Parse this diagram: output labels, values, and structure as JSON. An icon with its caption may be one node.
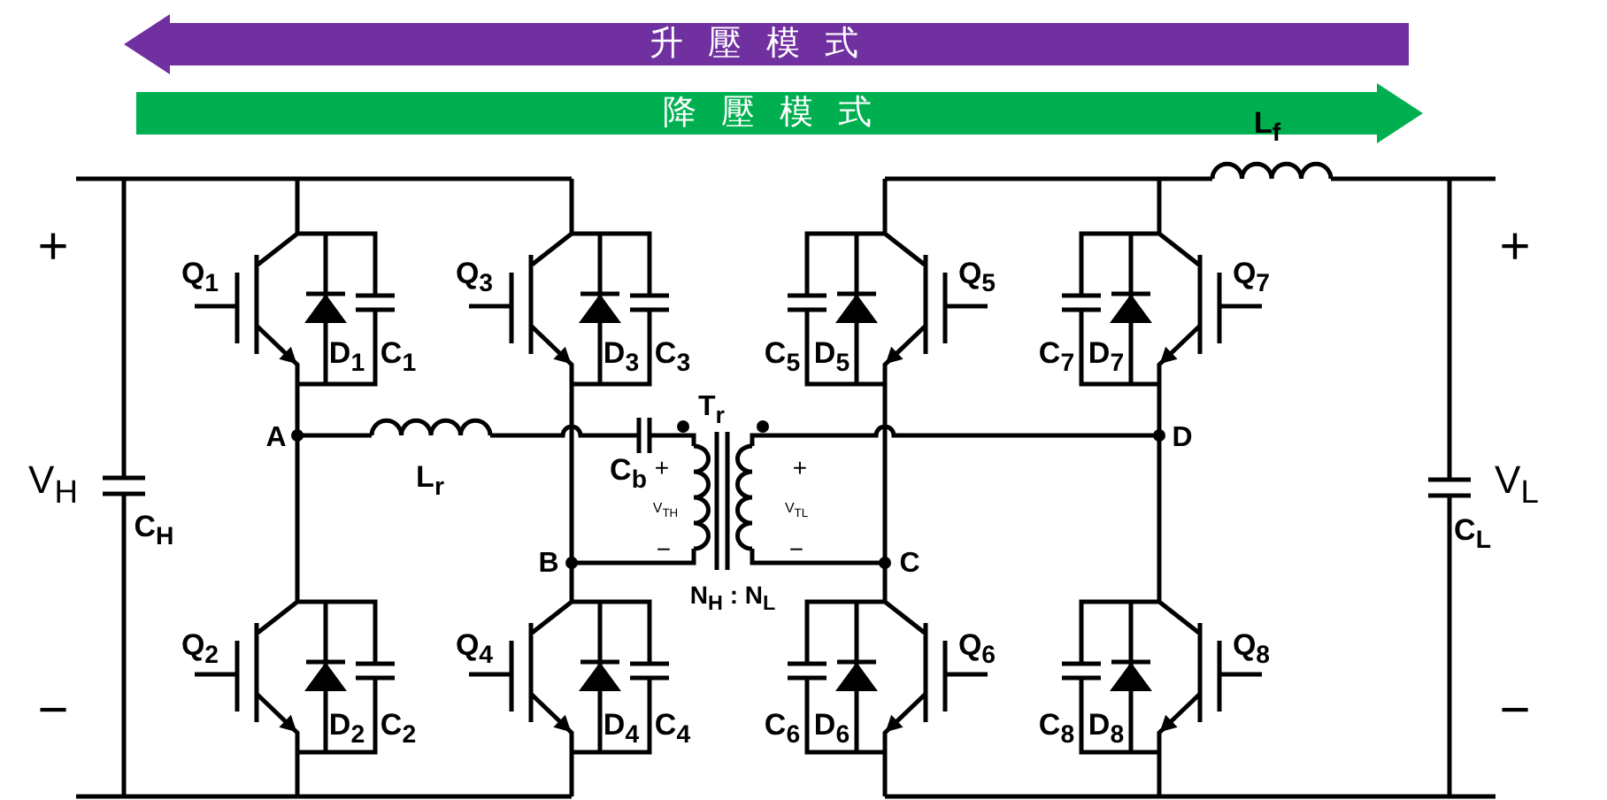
{
  "diagram": {
    "nodes": [
      {
        "text": [
          "升壓模式"
        ]
      },
      {
        "text": [
          "降壓模式"
        ]
      }
    ],
    "edges": [],
    "labels": [
      "L$_{f}$",
      "+",
      "Q$_{1}$",
      "Q$_{3}$",
      "Q$_{5}$",
      "Q$_{7}$",
      "+",
      "D$_{1}$",
      "C$_{1}$",
      "D$_{3}$",
      "C$_{3}$",
      "C$_{5}$",
      "D$_{5}$",
      "C$_{7}$",
      "D$_{7}$",
      "T$_{r}$",
      "A",
      "D",
      "C$_{b}$",
      "+",
      "+",
      "V$_{H}$",
      "C$_{H}$",
      "L$_{r}$",
      "V$_{TH}$",
      "V$_{TL}$",
      "V$_{L}$",
      "C$_{L}$",
      "−",
      "−",
      "B",
      "C",
      "N$_{H}$ : N$_{L}$",
      "Q$_{2}$",
      "Q$_{4}$",
      "Q$_{6}$",
      "Q$_{8}$",
      "−",
      "−",
      "D$_{2}$",
      "C$_{2}$",
      "D$_{4}$",
      "C$_{4}$",
      "C$_{6}$",
      "D$_{6}$",
      "C$_{8}$",
      "D$_{8}$"
    ]
  }
}
